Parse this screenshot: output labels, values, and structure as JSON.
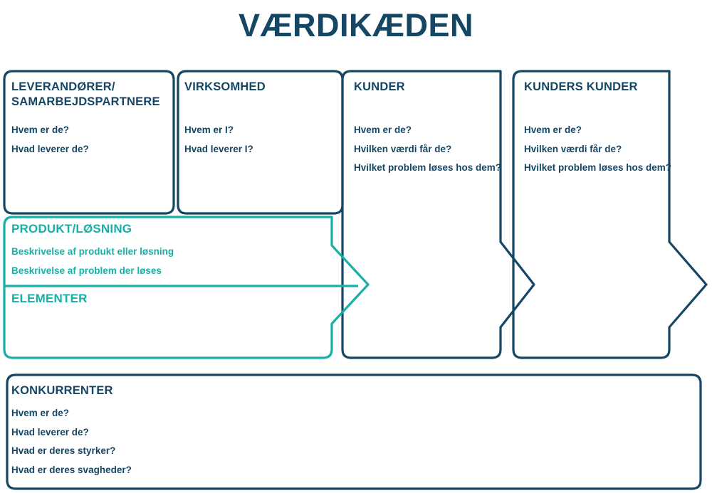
{
  "title": "VÆRDIKÆDEN",
  "colors": {
    "navy": "#154765",
    "teal": "#17b0a7",
    "background": "#ffffff"
  },
  "panels": [
    {
      "id": "leverandorer",
      "title": "LEVERANDØRER/\nSAMARBEJDSPARTNERE",
      "color": "navy",
      "lines": [
        "Hvem er de?",
        "Hvad leverer de?"
      ]
    },
    {
      "id": "virksomhed",
      "title": "VIRKSOMHED",
      "color": "navy",
      "lines": [
        "Hvem er I?",
        "Hvad leverer I?"
      ]
    },
    {
      "id": "kunder",
      "title": "KUNDER",
      "color": "navy",
      "lines": [
        "Hvem er de?",
        "Hvilken værdi får de?",
        "Hvilket problem løses hos dem?"
      ]
    },
    {
      "id": "kunders-kunder",
      "title": "KUNDERS KUNDER",
      "color": "navy",
      "lines": [
        "Hvem er de?",
        "Hvilken værdi får de?",
        "Hvilket problem løses hos dem?"
      ]
    }
  ],
  "product_arrow": {
    "id": "produkt-losning",
    "title": "PRODUKT/LØSNING",
    "color": "teal",
    "lines": [
      "Beskrivelse af produkt eller løsning",
      "Beskrivelse af problem der løses"
    ],
    "sub_section": {
      "id": "elementer",
      "title": "ELEMENTER",
      "lines": []
    }
  },
  "competitors": {
    "id": "konkurrenter",
    "title": "KONKURRENTER",
    "color": "navy",
    "lines": [
      "Hvem er de?",
      "Hvad leverer de?",
      "Hvad er deres styrker?",
      "Hvad er deres svagheder?"
    ]
  }
}
